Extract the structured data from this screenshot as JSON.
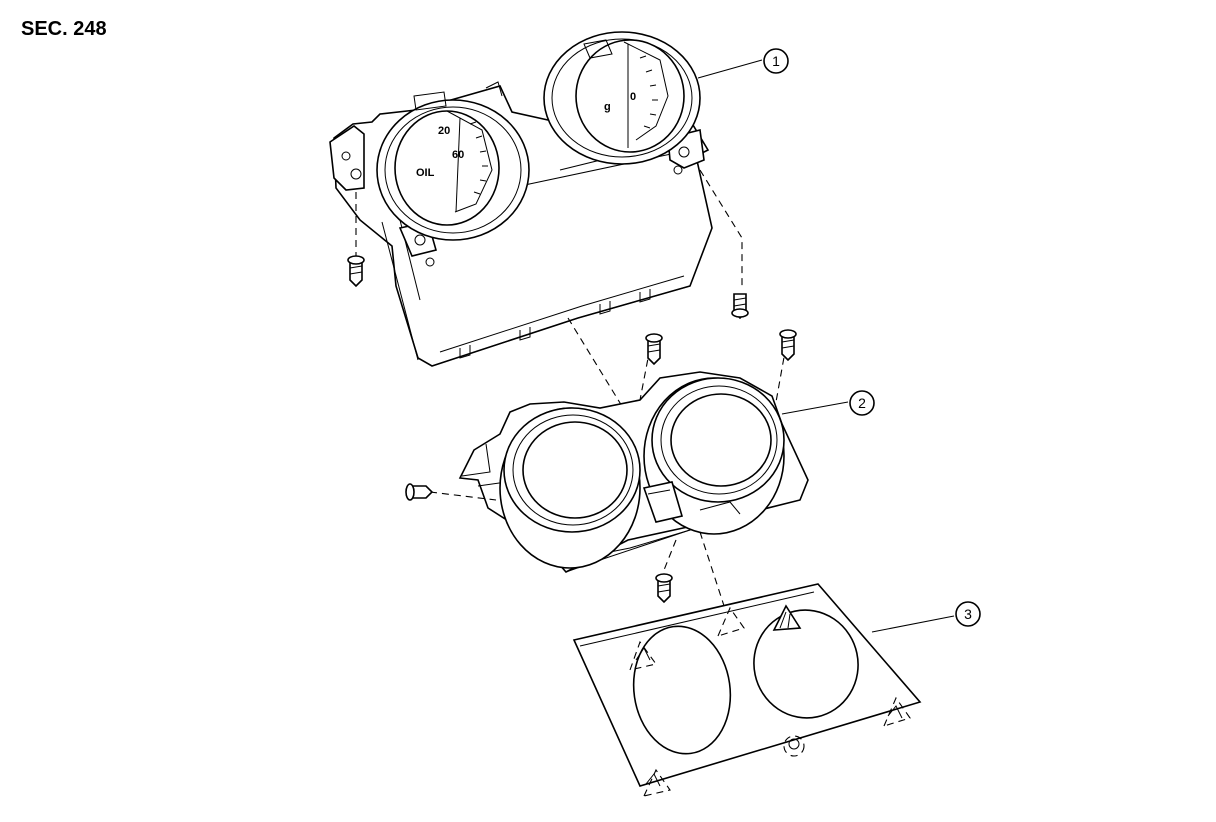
{
  "section_label": "SEC. 248",
  "callouts": [
    "1",
    "2",
    "3"
  ],
  "gauge_left": {
    "label": "OIL",
    "tick_top": "20",
    "tick_mid": "60"
  },
  "gauge_right": {
    "label": "g",
    "tick_mid": "0"
  }
}
